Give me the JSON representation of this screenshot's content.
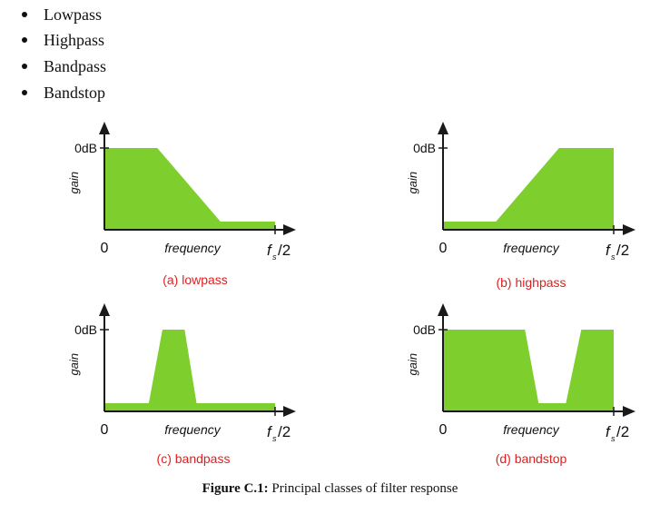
{
  "bullets": [
    "Lowpass",
    "Highpass",
    "Bandpass",
    "Bandstop"
  ],
  "caption": {
    "label": "Figure C.1:",
    "text": "Principal classes of filter response"
  },
  "colors": {
    "fill": "#7ECF2E",
    "axis": "#1a1a1a",
    "panel_label": "#E02020"
  },
  "chart_data": [
    {
      "type": "area",
      "panel_label": "(a) lowpass",
      "xlabel": "frequency",
      "ylabel": "gain",
      "y_tick_label": "0dB",
      "x_tick_labels": [
        "0",
        "f",
        "s",
        "/2"
      ],
      "x": [
        0,
        0.31,
        0.68,
        1.0
      ],
      "y": [
        1.0,
        1.0,
        0.1,
        0.1
      ]
    },
    {
      "type": "area",
      "panel_label": "(b) highpass",
      "xlabel": "frequency",
      "ylabel": "gain",
      "y_tick_label": "0dB",
      "x_tick_labels": [
        "0",
        "f",
        "s",
        "/2"
      ],
      "x": [
        0,
        0.31,
        0.68,
        1.0
      ],
      "y": [
        0.1,
        0.1,
        1.0,
        1.0
      ]
    },
    {
      "type": "area",
      "panel_label": "(c) bandpass",
      "xlabel": "frequency",
      "ylabel": "gain",
      "y_tick_label": "0dB",
      "x_tick_labels": [
        "0",
        "f",
        "s",
        "/2"
      ],
      "x": [
        0,
        0.26,
        0.34,
        0.47,
        0.54,
        1.0
      ],
      "y": [
        0.1,
        0.1,
        1.0,
        1.0,
        0.1,
        0.1
      ]
    },
    {
      "type": "area",
      "panel_label": "(d) bandstop",
      "xlabel": "frequency",
      "ylabel": "gain",
      "y_tick_label": "0dB",
      "x_tick_labels": [
        "0",
        "f",
        "s",
        "/2"
      ],
      "x": [
        0,
        0.48,
        0.56,
        0.72,
        0.81,
        1.0
      ],
      "y": [
        1.0,
        1.0,
        0.1,
        0.1,
        1.0,
        1.0
      ]
    }
  ]
}
